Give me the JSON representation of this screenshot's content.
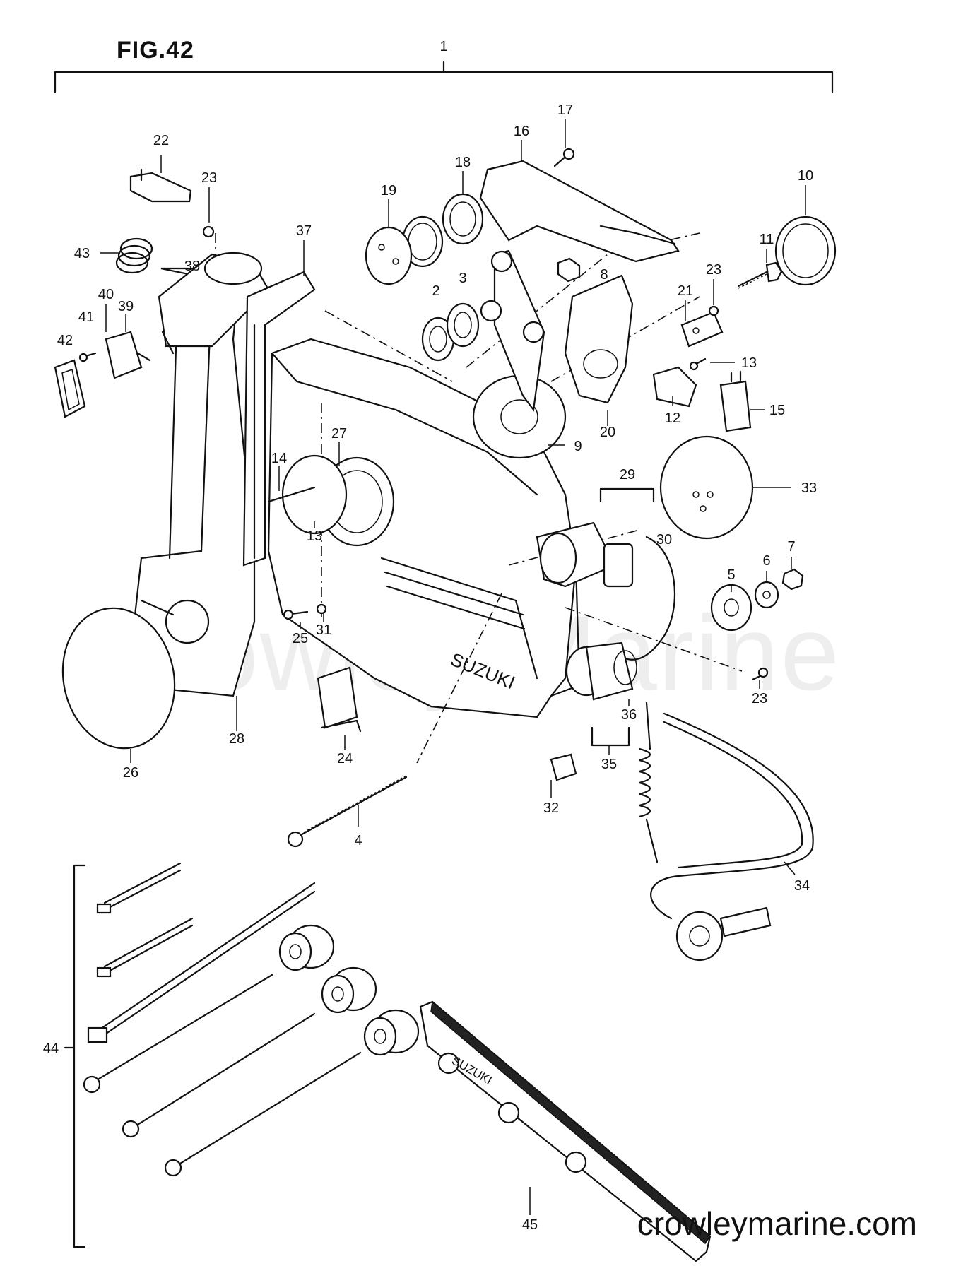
{
  "figure": {
    "title": "FIG.42",
    "watermark": "Crowley Marine",
    "website": "crowleymarine.com"
  },
  "callouts": [
    {
      "id": "1",
      "label": "1"
    },
    {
      "id": "2",
      "label": "2"
    },
    {
      "id": "3",
      "label": "3"
    },
    {
      "id": "4",
      "label": "4"
    },
    {
      "id": "5",
      "label": "5"
    },
    {
      "id": "6",
      "label": "6"
    },
    {
      "id": "7",
      "label": "7"
    },
    {
      "id": "8",
      "label": "8"
    },
    {
      "id": "9",
      "label": "9"
    },
    {
      "id": "10",
      "label": "10"
    },
    {
      "id": "11",
      "label": "11"
    },
    {
      "id": "12",
      "label": "12"
    },
    {
      "id": "13a",
      "label": "13"
    },
    {
      "id": "13b",
      "label": "13"
    },
    {
      "id": "14",
      "label": "14"
    },
    {
      "id": "15",
      "label": "15"
    },
    {
      "id": "16",
      "label": "16"
    },
    {
      "id": "17",
      "label": "17"
    },
    {
      "id": "18",
      "label": "18"
    },
    {
      "id": "19",
      "label": "19"
    },
    {
      "id": "20",
      "label": "20"
    },
    {
      "id": "21",
      "label": "21"
    },
    {
      "id": "22",
      "label": "22"
    },
    {
      "id": "23a",
      "label": "23"
    },
    {
      "id": "23b",
      "label": "23"
    },
    {
      "id": "23c",
      "label": "23"
    },
    {
      "id": "24",
      "label": "24"
    },
    {
      "id": "25",
      "label": "25"
    },
    {
      "id": "26",
      "label": "26"
    },
    {
      "id": "27",
      "label": "27"
    },
    {
      "id": "28",
      "label": "28"
    },
    {
      "id": "29",
      "label": "29"
    },
    {
      "id": "30",
      "label": "30"
    },
    {
      "id": "31",
      "label": "31"
    },
    {
      "id": "32",
      "label": "32"
    },
    {
      "id": "33",
      "label": "33"
    },
    {
      "id": "34",
      "label": "34"
    },
    {
      "id": "35",
      "label": "35"
    },
    {
      "id": "36",
      "label": "36"
    },
    {
      "id": "37",
      "label": "37"
    },
    {
      "id": "38",
      "label": "38"
    },
    {
      "id": "39",
      "label": "39"
    },
    {
      "id": "40",
      "label": "40"
    },
    {
      "id": "41",
      "label": "41"
    },
    {
      "id": "42",
      "label": "42"
    },
    {
      "id": "43",
      "label": "43"
    },
    {
      "id": "44",
      "label": "44"
    },
    {
      "id": "45",
      "label": "45"
    }
  ],
  "body_lettering": "SUZUKI",
  "plate_lettering": "SUZUKI"
}
